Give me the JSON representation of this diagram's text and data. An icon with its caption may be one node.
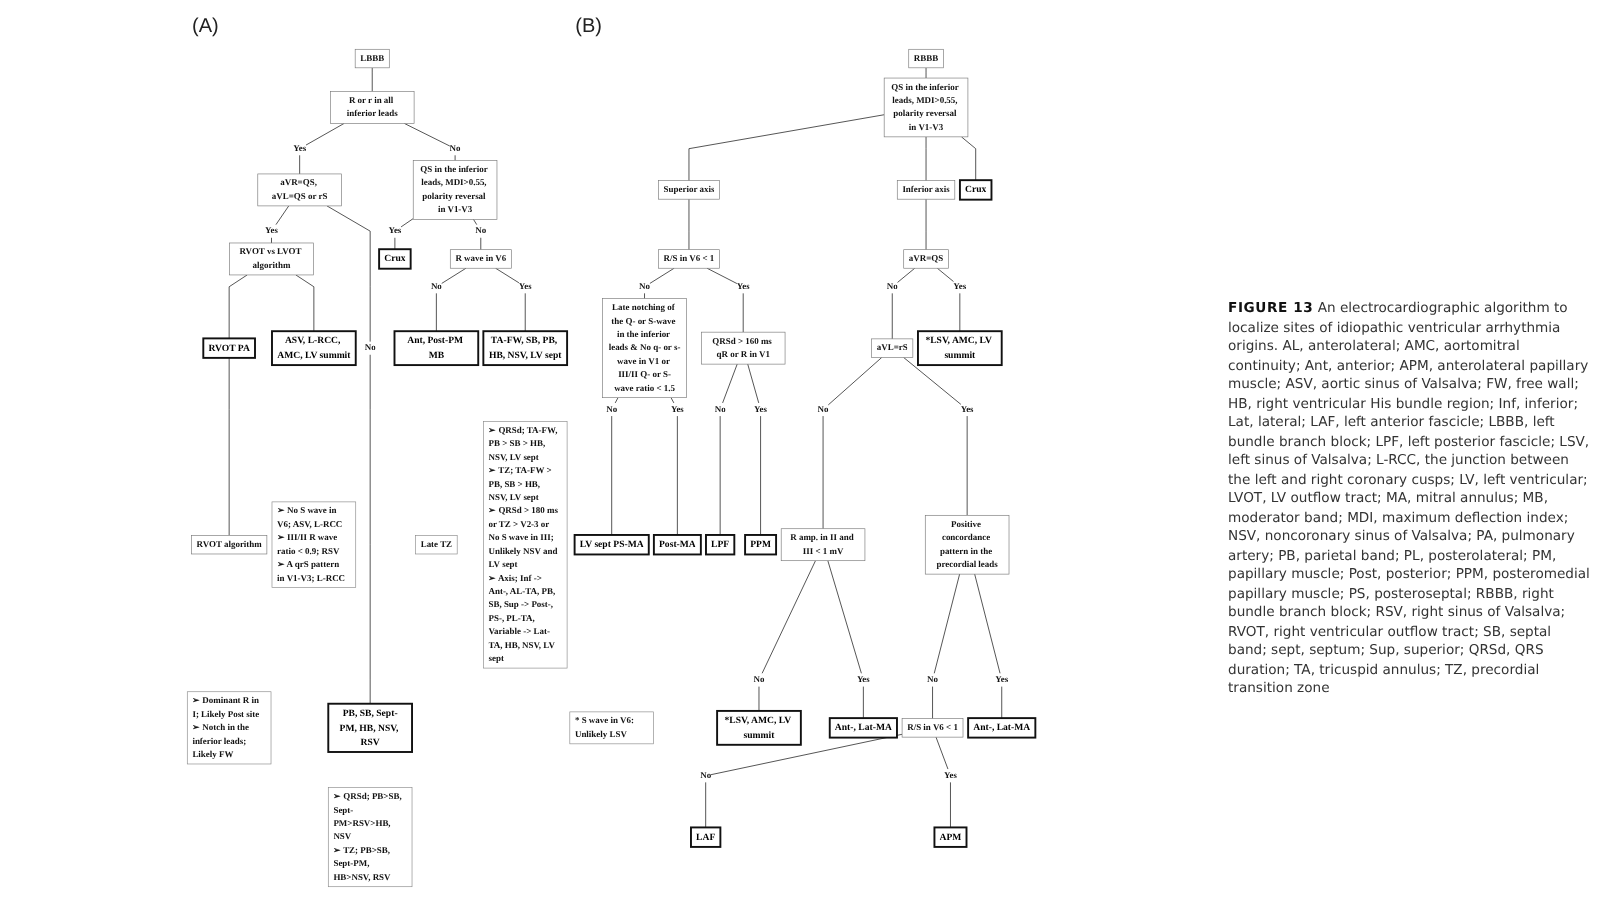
{
  "diagram": {
    "caption": "**FIGURE 13** An electrocardiographic algorithm to localize sites of idiopathic ventricular arrhythmia origins. AL, anterolateral; AMC, aortomitral continuity; Ant, anterior; APM, anterolateral papillary muscle; ASV, aortic sinus of Valsalva; FW, free wall; HB, right ventricular His bundle region; Inf, inferior; Lat, lateral; LAF, left anterior fascicle; LBBB, left bundle branch block; LPF, left posterior fascicle; LSV, left sinus of Valsalva; L-RCC, the junction between the left and right coronary cusps; LV, left ventricular; LVOT, LV outflow tract; MA, mitral annulus; MB, moderator band; MDI, maximum deflection index; NSV, noncoronary sinus of Valsalva; PA, pulmonary artery; PB, parietal band; PL, posterolateral; PM, papillary muscle; Post, posterior; PPM, posteromedial papillary muscle; PS, posteroseptal; RBBB, right bundle branch block; RSV, right sinus of Valsalva; RVOT, right ventricular outflow tract; SB, septal band; sept, septum; Sup, superior; QRSd, QRS duration; TA, tricuspid annulus; TZ, precordial transition zone",
    "nodes": [
      {
        "text": [
          "LBBB"
        ]
      },
      {
        "text": [
          "R or r in all inferior leads"
        ]
      },
      {
        "text": [
          "aVR=QS, aVL=QS or rS"
        ]
      },
      {
        "text": [
          "QS in the inferior leads, MDI>0.55, polarity reversal in V1-V3"
        ]
      },
      {
        "text": [
          "RVOT vs LVOT algorithm"
        ]
      },
      {
        "text": [
          "Crux"
        ]
      },
      {
        "text": [
          "R wave in V6"
        ]
      },
      {
        "text": [
          "RVOT PA"
        ]
      },
      {
        "text": [
          "ASV, L-RCC, AMC, LV summit"
        ]
      },
      {
        "text": [
          "➢ No S wave in V6; ASV, L-RCC",
          "➢ III/II R wave ratio < 0.9; RSV",
          "➢ A qrS pattern in V1-V3; L-RCC"
        ]
      },
      {
        "text": [
          "Ant, Post-PM MB"
        ]
      },
      {
        "text": [
          "Late TZ"
        ]
      },
      {
        "text": [
          "TA-FW, SB, PB, HB, NSV, LV sept"
        ]
      },
      {
        "text": [
          "RVOT algorithm"
        ]
      },
      {
        "text": [
          "➢ QRSd; TA-FW, PB > SB > HB, NSV, LV sept",
          "➢ TZ; TA-FW > PB, SB > HB, NSV, LV sept",
          "➢ QRSd > 180 ms or TZ > V2-3 or No S wave in III; Unlikely NSV and LV sept",
          "➢ Axis; Inf -> Ant-, AL-TA, PB, SB, Sup -> Post-, PS-, PL-TA, Variable -> Lat-TA, HB, NSV, LV sept"
        ]
      },
      {
        "text": [
          "➢ Dominant R in I; Likely Post site",
          "➢ Notch in the inferior leads; Likely FW"
        ]
      },
      {
        "text": [
          "PB, SB, Sept-PM, HB, NSV, RSV"
        ]
      },
      {
        "text": [
          "➢ QRSd; PB>SB, Sept-PM>RSV>HB, NSV",
          "➢ TZ; PB>SB, Sept-PM, HB>NSV, RSV"
        ]
      },
      {
        "text": [
          "RBBB"
        ]
      },
      {
        "text": [
          "QS in the inferior leads, MDI>0.55, polarity reversal in V1-V3"
        ]
      },
      {
        "text": [
          "Crux"
        ]
      },
      {
        "text": [
          "Superior axis"
        ]
      },
      {
        "text": [
          "Inferior axis"
        ]
      },
      {
        "text": [
          "R/S in V6 < 1"
        ]
      },
      {
        "text": [
          "aVR=QS"
        ]
      },
      {
        "text": [
          "Late notching of the Q- or S-wave in the inferior leads & No q- or s-wave in V1 or III/II Q- or S-wave ratio < 1.5"
        ]
      },
      {
        "text": [
          "QRSd > 160 ms qR or R in V1"
        ]
      },
      {
        "text": [
          "aVL=rS"
        ]
      },
      {
        "text": [
          "*LSV, AMC, LV summit"
        ]
      },
      {
        "text": [
          "LPF"
        ]
      },
      {
        "text": [
          "PPM"
        ]
      },
      {
        "text": [
          "R amp. in II and III < 1 mV"
        ]
      },
      {
        "text": [
          "Positive concordance pattern in the precordial leads"
        ]
      },
      {
        "text": [
          "LV sept PS-MA"
        ]
      },
      {
        "text": [
          "Post-MA"
        ]
      },
      {
        "text": [
          "*LSV, AMC, LV summit"
        ]
      },
      {
        "text": [
          "Ant-, Lat-MA"
        ]
      },
      {
        "text": [
          "Ant-, Lat-MA"
        ]
      },
      {
        "text": [
          "R/S in V6 < 1"
        ]
      },
      {
        "text": [
          "* S wave in V6: Unlikely LSV"
        ]
      },
      {
        "text": [
          "LAF"
        ]
      },
      {
        "text": [
          "APM"
        ]
      }
    ],
    "edges": [
      {
        "from": 0,
        "to": 1,
        "arrow": "none"
      },
      {
        "from": 1,
        "to": 2,
        "arrow": "none",
        "label": "Yes"
      },
      {
        "from": 1,
        "to": 3,
        "arrow": "none",
        "label": "No"
      },
      {
        "from": 2,
        "to": 4,
        "arrow": "none",
        "label": "Yes"
      },
      {
        "from": 2,
        "to": 16,
        "arrow": "none",
        "label": "No"
      },
      {
        "from": 3,
        "to": 5,
        "arrow": "none",
        "label": "Yes"
      },
      {
        "from": 3,
        "to": 6,
        "arrow": "none",
        "label": "No"
      },
      {
        "from": 4,
        "to": 7,
        "arrow": "none"
      },
      {
        "from": 4,
        "to": 8,
        "arrow": "none"
      },
      {
        "from": 7,
        "to": 13,
        "arrow": "none"
      },
      {
        "from": 6,
        "to": 10,
        "arrow": "none",
        "label": "No"
      },
      {
        "from": 6,
        "to": 12,
        "arrow": "none",
        "label": "Yes"
      },
      {
        "from": 18,
        "to": 19,
        "arrow": "none"
      },
      {
        "from": 19,
        "to": 21,
        "arrow": "none"
      },
      {
        "from": 19,
        "to": 22,
        "arrow": "none"
      },
      {
        "from": 19,
        "to": 20,
        "arrow": "none"
      },
      {
        "from": 21,
        "to": 23,
        "arrow": "none"
      },
      {
        "from": 22,
        "to": 24,
        "arrow": "none"
      },
      {
        "from": 23,
        "to": 25,
        "arrow": "none",
        "label": "No"
      },
      {
        "from": 23,
        "to": 26,
        "arrow": "none",
        "label": "Yes"
      },
      {
        "from": 24,
        "to": 27,
        "arrow": "none",
        "label": "No"
      },
      {
        "from": 24,
        "to": 28,
        "arrow": "none",
        "label": "Yes"
      },
      {
        "from": 25,
        "to": 33,
        "arrow": "none",
        "label": "No"
      },
      {
        "from": 25,
        "to": 34,
        "arrow": "none",
        "label": "Yes"
      },
      {
        "from": 26,
        "to": 29,
        "arrow": "none",
        "label": "No"
      },
      {
        "from": 26,
        "to": 30,
        "arrow": "none",
        "label": "Yes"
      },
      {
        "from": 27,
        "to": 31,
        "arrow": "none",
        "label": "No"
      },
      {
        "from": 27,
        "to": 32,
        "arrow": "none",
        "label": "Yes"
      },
      {
        "from": 31,
        "to": 35,
        "arrow": "none",
        "label": "No"
      },
      {
        "from": 31,
        "to": 36,
        "arrow": "none",
        "label": "Yes"
      },
      {
        "from": 32,
        "to": 38,
        "arrow": "none",
        "label": "No"
      },
      {
        "from": 32,
        "to": 37,
        "arrow": "none",
        "label": "Yes"
      },
      {
        "from": 38,
        "to": 40,
        "arrow": "none",
        "label": "No"
      },
      {
        "from": 38,
        "to": 41,
        "arrow": "none",
        "label": "Yes"
      }
    ],
    "labels": [
      "(A)",
      "(B)"
    ]
  }
}
